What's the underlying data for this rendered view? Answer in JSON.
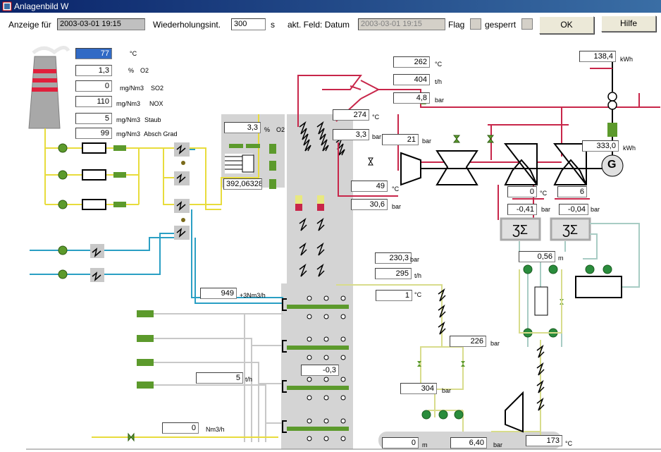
{
  "window": {
    "title": "Anlagenbild W"
  },
  "toolbar": {
    "anzeige_label": "Anzeige für",
    "anzeige_value": "2003-03-01 19:15",
    "wiederholung_label": "Wiederholungsint.",
    "wiederholung_value": "300",
    "wiederholung_unit": "s",
    "feld_label": "akt. Feld: Datum",
    "feld_value": "2003-03-01 19:15",
    "flag_label": "Flag",
    "gesperrt_label": "gesperrt",
    "ok_label": "OK",
    "hilfe_label": "Hilfe"
  },
  "stack": {
    "temp": {
      "value": "77",
      "unit": "°C"
    },
    "o2": {
      "value": "1,3",
      "unit": "%",
      "name": "O2"
    },
    "so2": {
      "value": "0",
      "unit": "mg/Nm3",
      "name": "SO2"
    },
    "nox": {
      "value": "110",
      "unit": "mg/Nm3",
      "name": "NOX"
    },
    "staub": {
      "value": "5",
      "unit": "mg/Nm3",
      "name": "Staub"
    },
    "absch": {
      "value": "99",
      "unit": "mg/Nm3",
      "name": "Absch Grad"
    }
  },
  "boiler": {
    "o2": {
      "value": "3,3",
      "unit": "%",
      "name": "O2"
    },
    "counter": "392,06328",
    "air_flow": {
      "value": "949",
      "unit": "+3Nm3/h"
    },
    "coal_flow": {
      "value": "5",
      "unit": "t/h"
    },
    "pressure_diff": "-0,3",
    "gas_flow": {
      "value": "0",
      "unit": "Nm3/h"
    }
  },
  "steam": {
    "main_temp": {
      "value": "262",
      "unit": "°C"
    },
    "main_flow": {
      "value": "404",
      "unit": "t/h"
    },
    "main_press": {
      "value": "4,8",
      "unit": "bar"
    },
    "rh_temp": {
      "value": "274",
      "unit": "°C"
    },
    "rh_press": {
      "value": "3,3",
      "unit": "bar"
    },
    "hp_press": {
      "value": "21",
      "unit": "bar"
    },
    "exh_temp": {
      "value": "49",
      "unit": "°C"
    },
    "exh_press": {
      "value": "30,6",
      "unit": "bar"
    },
    "lp1_temp": {
      "value": "0",
      "unit": "°C"
    },
    "lp2_temp": {
      "value": "6",
      "unit": ""
    },
    "lp1_press": {
      "value": "-0,41",
      "unit": "bar"
    },
    "lp2_press": {
      "value": "-0,04",
      "unit": "bar"
    },
    "cond_level": {
      "value": "0,56",
      "unit": "m"
    }
  },
  "feedwater": {
    "press": {
      "value": "230,3",
      "unit": "bar"
    },
    "flow": {
      "value": "295",
      "unit": "t/h"
    },
    "temp": {
      "value": "1",
      "unit": "°C"
    },
    "press2": {
      "value": "226",
      "unit": "bar"
    },
    "press3": {
      "value": "304",
      "unit": "bar"
    },
    "tank_level": {
      "value": "0",
      "unit": "m"
    },
    "tank_press": {
      "value": "6,40",
      "unit": "bar"
    },
    "tank_temp": {
      "value": "173",
      "unit": "°C"
    }
  },
  "generator": {
    "power_top": {
      "value": "138,4",
      "unit": "kWh"
    },
    "power": {
      "value": "333,0",
      "unit": "kWh"
    },
    "symbol": "G"
  },
  "colors": {
    "flue": "#e8dc3c",
    "water": "#2a9fc4",
    "steam": "#c8264a",
    "feed": "#d8dc8c",
    "cooling": "#a8ccc4",
    "green": "#5c9a2c"
  }
}
